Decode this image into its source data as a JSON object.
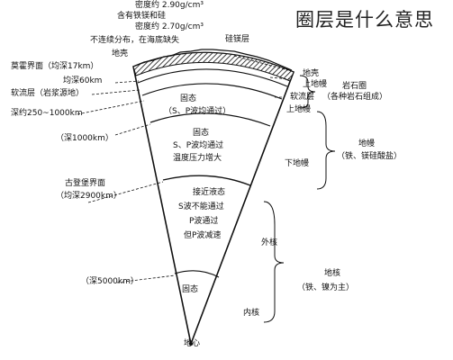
{
  "page_title": "圈层是什么意思",
  "diagram": {
    "top_notes": [
      "密度约 2.90g/cm³",
      "含有铁镁和硅",
      "密度约 2.70g/cm³"
    ],
    "left_labels": {
      "mafic_layer": "硅镁层",
      "discontinuity": "不连续分布，在海底缺失",
      "crust": "地壳",
      "moho": "莫霍界面（均深17km）",
      "lithosphere_depth": "均深60km",
      "asthenosphere": "软流层（岩浆源地）",
      "asth_depth": "深约250~1000km",
      "depth_1000": "（深1000km）",
      "gutenberg": "古登堡界面",
      "gutenberg_depth": "（均深2900km）",
      "depth_5000": "（深5000km）"
    },
    "layers": {
      "upper_mantle_state": "固态",
      "upper_mantle_waves": "（S、P波均通过）",
      "lower_mantle_state": "固态",
      "lower_mantle_waves": "S、P波均通过",
      "lower_mantle_pressure": "温度压力增大",
      "outer_core_state": "接近液态",
      "outer_core_s": "S波不能通过",
      "outer_core_p": "P波通过",
      "outer_core_p2": "但P波减速",
      "inner_core_state": "固态",
      "center": "地心"
    },
    "right_labels": {
      "crust": "地壳",
      "upper_mantle_top": "上地幔",
      "rock_circle": "岩石圈",
      "rock_circle_note": "（各种岩石组成）",
      "asthenosphere": "软流层",
      "upper_mantle": "上地幔",
      "lower_mantle": "下地幔",
      "mantle": "地幔",
      "mantle_note": "（铁、镁硅酸盐）",
      "outer_core": "外核",
      "core": "地核",
      "core_note": "（铁、镍为主）",
      "inner_core": "内核"
    }
  }
}
